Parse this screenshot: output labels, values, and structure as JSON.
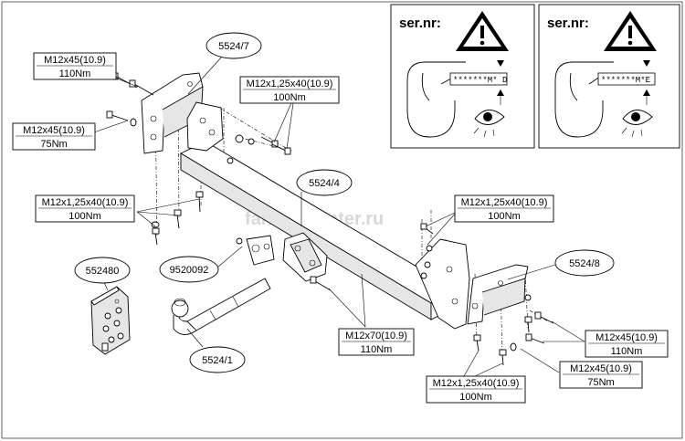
{
  "watermark": "farkop-center.ru",
  "panels": [
    {
      "sernr_label": "ser.nr:",
      "code": "*******M* D",
      "warning_icon": "warning-triangle-icon",
      "eye_icon": "eye-icon"
    },
    {
      "sernr_label": "ser.nr:",
      "code": "*******M*E",
      "warning_icon": "warning-triangle-icon",
      "eye_icon": "eye-icon"
    }
  ],
  "parts": {
    "p5524_7": "5524/7",
    "p5524_4": "5524/4",
    "p5524_8": "5524/8",
    "p5524_1": "5524/1",
    "p9520092": "9520092",
    "p552480": "552480"
  },
  "callouts": {
    "c1": {
      "spec": "M12x45(10.9)",
      "torque": "110Nm"
    },
    "c2": {
      "spec": "M12x45(10.9)",
      "torque": "75Nm"
    },
    "c3": {
      "spec": "M12x1,25x40(10.9)",
      "torque": "100Nm"
    },
    "c4": {
      "spec": "M12x1,25x40(10.9)",
      "torque": "100Nm"
    },
    "c5": {
      "spec": "M12x1,25x40(10.9)",
      "torque": "100Nm"
    },
    "c6": {
      "spec": "M12x70(10.9)",
      "torque": "110Nm"
    },
    "c7": {
      "spec": "M12x45(10.9)",
      "torque": "110Nm"
    },
    "c8": {
      "spec": "M12x45(10.9)",
      "torque": "75Nm"
    },
    "c9": {
      "spec": "M12x1,25x40(10.9)",
      "torque": "100Nm"
    }
  }
}
